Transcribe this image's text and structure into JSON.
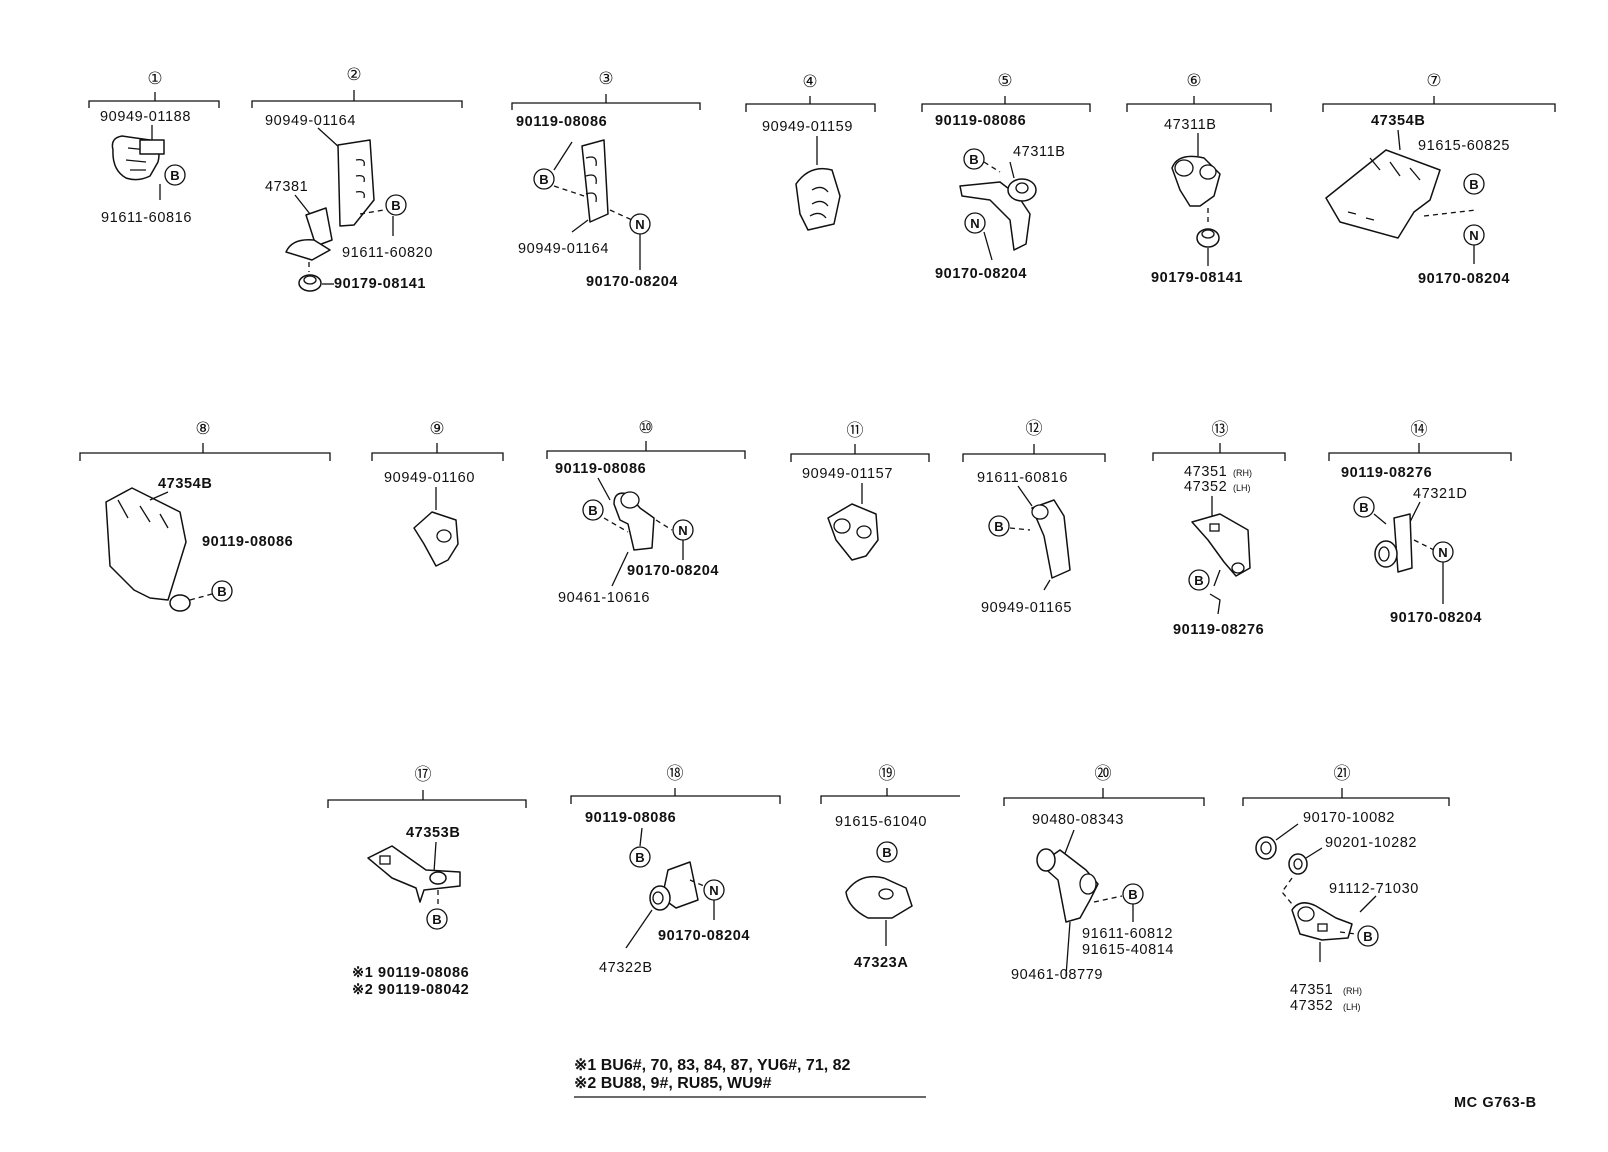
{
  "groups": [
    {
      "num": "①",
      "parts": [
        "90949-01188",
        "91611-60816"
      ]
    },
    {
      "num": "②",
      "parts": [
        "90949-01164",
        "47381",
        "91611-60820",
        "90179-08141"
      ]
    },
    {
      "num": "③",
      "parts": [
        "90119-08086",
        "90949-01164",
        "90170-08204"
      ]
    },
    {
      "num": "④",
      "parts": [
        "90949-01159"
      ]
    },
    {
      "num": "⑤",
      "parts": [
        "90119-08086",
        "47311B",
        "90170-08204"
      ]
    },
    {
      "num": "⑥",
      "parts": [
        "47311B",
        "90179-08141"
      ]
    },
    {
      "num": "⑦",
      "parts": [
        "47354B",
        "91615-60825",
        "90170-08204"
      ]
    },
    {
      "num": "⑧",
      "parts": [
        "47354B",
        "90119-08086"
      ]
    },
    {
      "num": "⑨",
      "parts": [
        "90949-01160"
      ]
    },
    {
      "num": "⑩",
      "parts": [
        "90119-08086",
        "90170-08204",
        "90461-10616"
      ]
    },
    {
      "num": "⑪",
      "parts": [
        "90949-01157"
      ]
    },
    {
      "num": "⑫",
      "parts": [
        "91611-60816",
        "90949-01165"
      ]
    },
    {
      "num": "⑬",
      "parts": [
        "47351",
        "(RH)",
        "47352",
        "(LH)",
        "90119-08276"
      ]
    },
    {
      "num": "⑭",
      "parts": [
        "90119-08276",
        "47321D",
        "90170-08204"
      ]
    },
    {
      "num": "⑰",
      "parts": [
        "47353B",
        "※1 90119-08086",
        "※2 90119-08042"
      ]
    },
    {
      "num": "⑱",
      "parts": [
        "90119-08086",
        "90170-08204",
        "47322B"
      ]
    },
    {
      "num": "⑲",
      "parts": [
        "91615-61040",
        "47323A"
      ]
    },
    {
      "num": "⑳",
      "parts": [
        "90480-08343",
        "91611-60812",
        "91615-40814",
        "90461-08779"
      ]
    },
    {
      "num": "㉑",
      "parts": [
        "90170-10082",
        "90201-10282",
        "91112-71030",
        "47351",
        "(RH)",
        "47352",
        "(LH)"
      ]
    }
  ],
  "markers": {
    "bolt": "B",
    "nut": "N"
  },
  "notes": [
    "※1 BU6#, 70, 83, 84, 87, YU6#, 71, 82",
    "※2 BU88, 9#, RU85, WU9#"
  ],
  "drawing_code": "MC G763-B"
}
